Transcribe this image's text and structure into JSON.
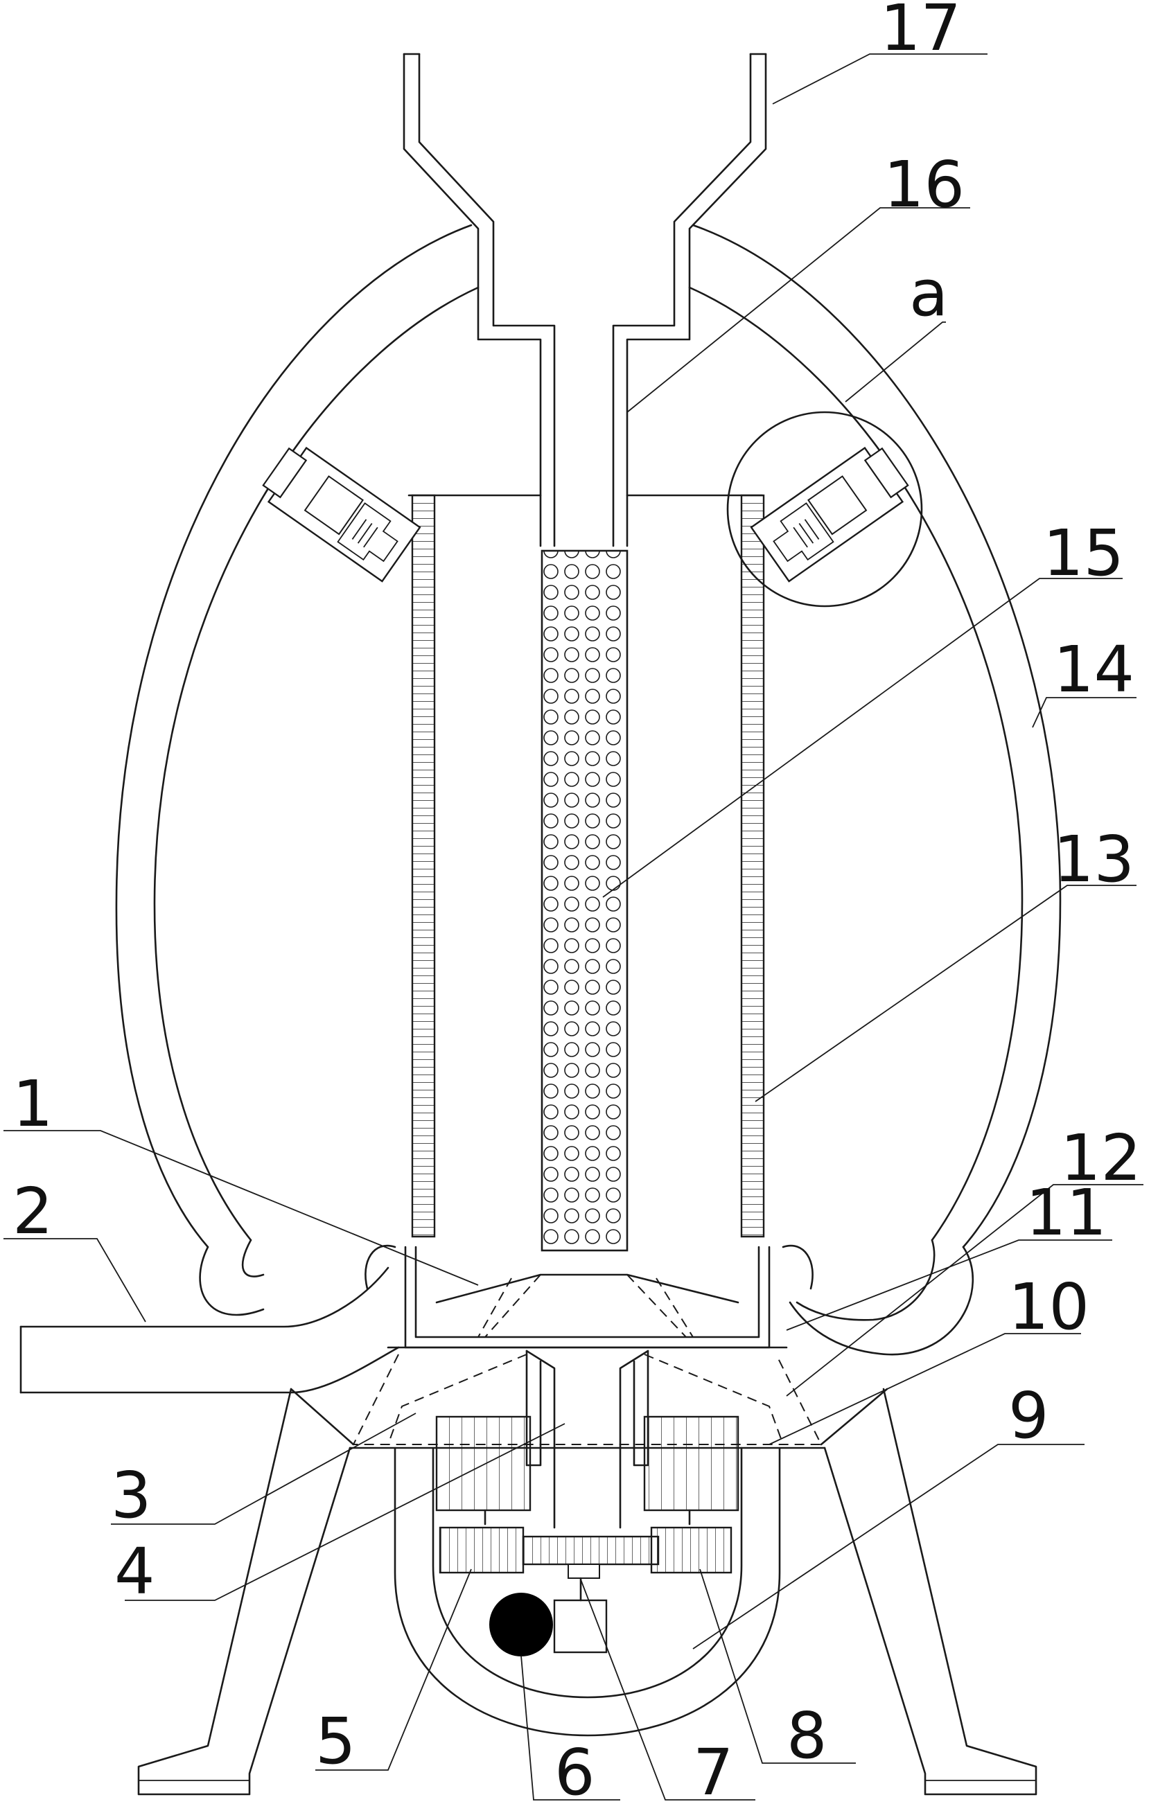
{
  "figure": {
    "labels": {
      "l1": "1",
      "l2": "2",
      "l3": "3",
      "l4": "4",
      "l5": "5",
      "l6": "6",
      "l7": "7",
      "l8": "8",
      "l9": "9",
      "l10": "10",
      "l11": "11",
      "l12": "12",
      "l13": "13",
      "l14": "14",
      "l15": "15",
      "l16": "16",
      "l17": "17",
      "la": "a"
    },
    "colors": {
      "line": "#1a1a1a",
      "background": "#ffffff",
      "motor_fill": "#000000"
    }
  }
}
